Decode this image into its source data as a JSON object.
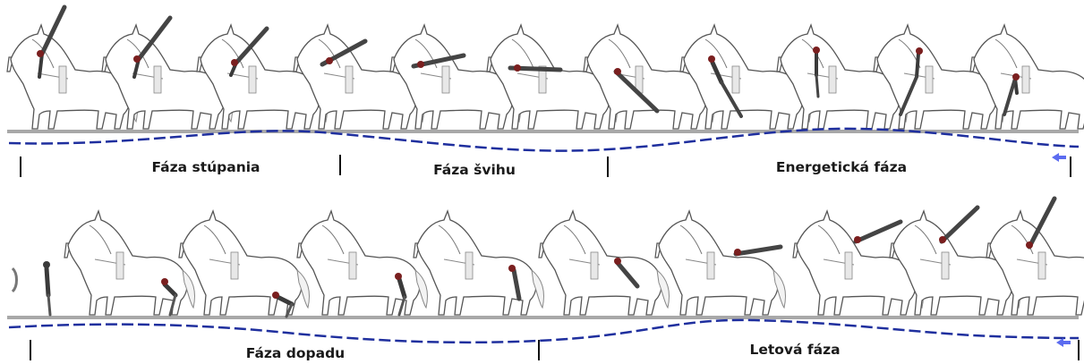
{
  "colors": {
    "ground": "#a8a8a8",
    "horse_outline": "#555555",
    "rider": "#3a3a3a",
    "rider_accent": "#7a1f1f",
    "dashed_curve": "#1f2f9e",
    "arrow": "#5c6cf0",
    "divider": "#111111"
  },
  "icons": {
    "direction_arrow": "left-arrow-icon"
  },
  "rows": [
    {
      "phases": [
        {
          "label": "Fáza stúpania"
        },
        {
          "label": "Fáza švihu"
        },
        {
          "label": "Energetická fáza"
        }
      ]
    },
    {
      "phases": [
        {
          "label": "Fáza dopadu"
        },
        {
          "label": "Letová fáza"
        }
      ]
    }
  ]
}
